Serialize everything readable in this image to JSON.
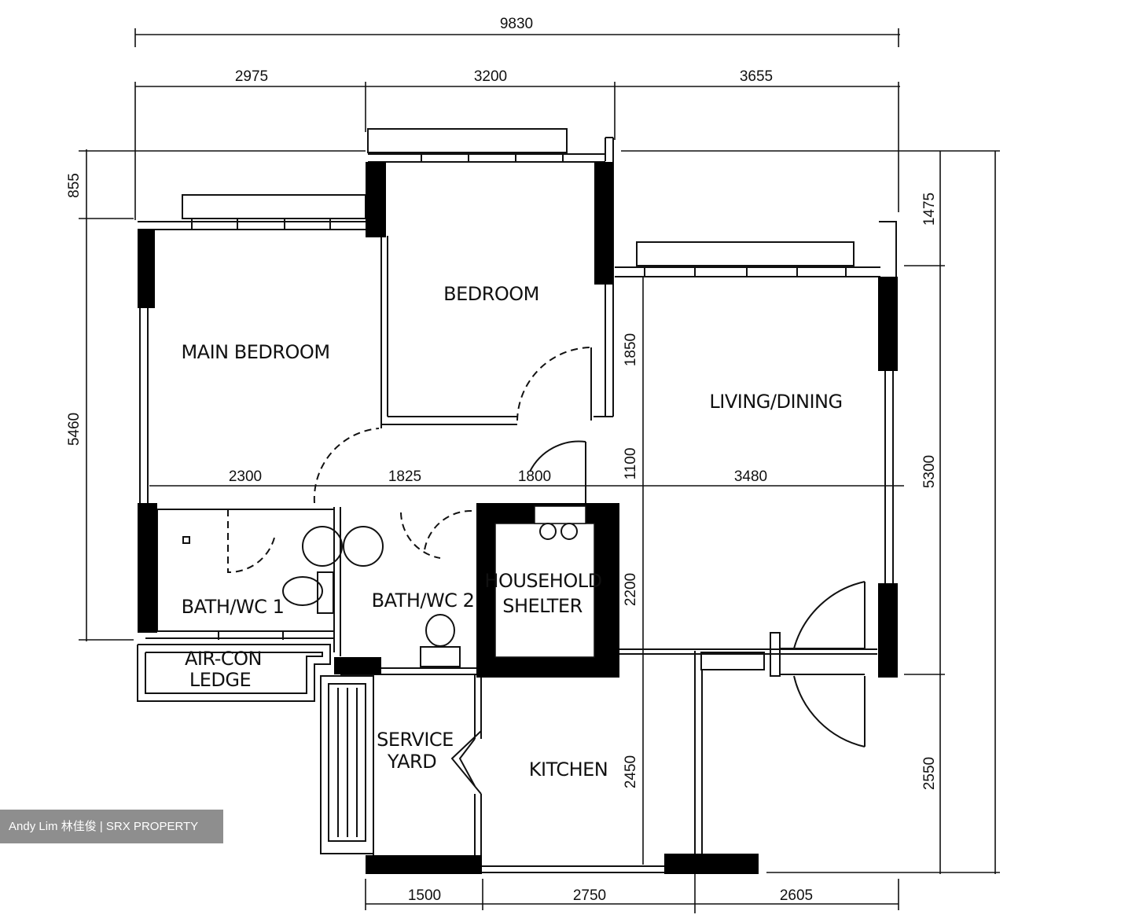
{
  "dimensions": {
    "overall_width": "9830",
    "top_segments": [
      "2975",
      "3200",
      "3655"
    ],
    "left_heights": [
      "855",
      "5460"
    ],
    "right_heights": [
      "1475",
      "5300",
      "2550"
    ],
    "bedroom_depth": "1850",
    "corridor_width": "1100",
    "shelter_depth": "2200",
    "kitchen_depth": "2450",
    "mid_row": [
      "2300",
      "1825",
      "1800",
      "3480"
    ],
    "bottom_segments": [
      "1500",
      "2750",
      "2605"
    ]
  },
  "rooms": {
    "main_bedroom": "MAIN BEDROOM",
    "bedroom": "BEDROOM",
    "living_dining": "LIVING/DINING",
    "bath_wc_1": "BATH/WC 1",
    "bath_wc_2": "BATH/WC 2",
    "household_shelter": [
      "HOUSEHOLD",
      "SHELTER"
    ],
    "aircon_ledge": [
      "AIR-CON",
      "LEDGE"
    ],
    "service_yard": [
      "SERVICE",
      "YARD"
    ],
    "kitchen": "KITCHEN"
  },
  "watermark": "Andy Lim 林佳俊 | SRX PROPERTY",
  "colors": {
    "wall": "#000000",
    "line": "#111111",
    "background": "#ffffff"
  }
}
